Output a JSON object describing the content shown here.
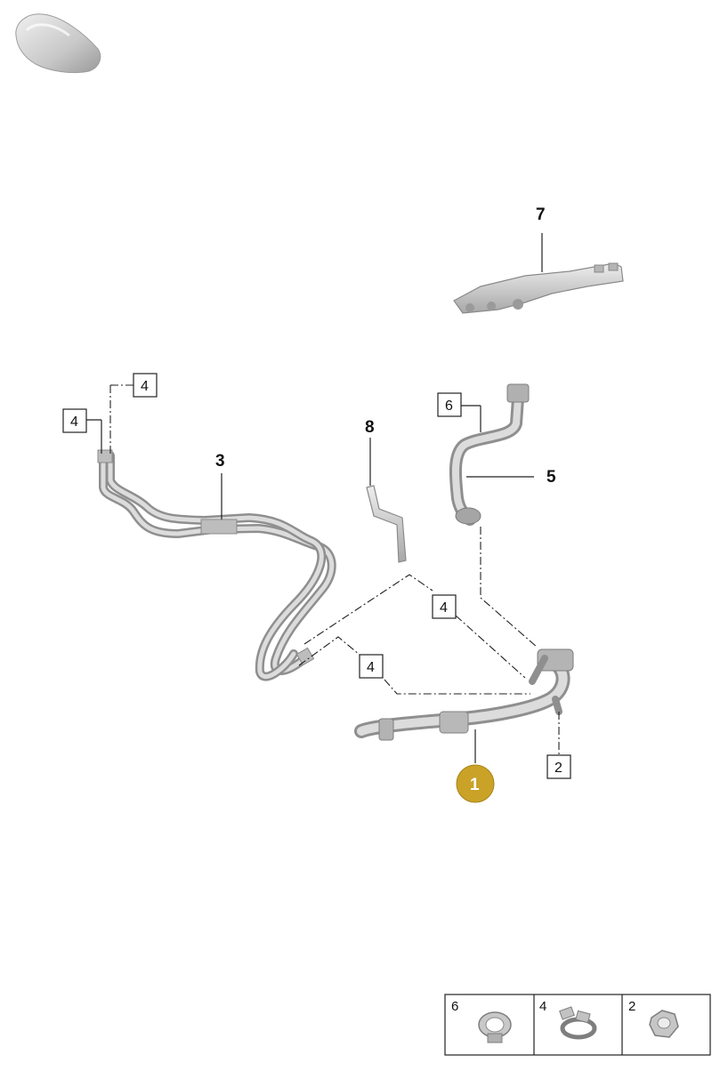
{
  "diagram": {
    "callouts": [
      {
        "id": "1",
        "label": "1",
        "highlighted": true,
        "color": "#c9a227"
      },
      {
        "id": "2",
        "label": "2",
        "boxed": true
      },
      {
        "id": "3",
        "label": "3"
      },
      {
        "id": "4a",
        "label": "4",
        "boxed": true
      },
      {
        "id": "4b",
        "label": "4",
        "boxed": true
      },
      {
        "id": "4c",
        "label": "4",
        "boxed": true
      },
      {
        "id": "4d",
        "label": "4",
        "boxed": true
      },
      {
        "id": "5",
        "label": "5"
      },
      {
        "id": "6",
        "label": "6",
        "boxed": true
      },
      {
        "id": "7",
        "label": "7"
      },
      {
        "id": "8",
        "label": "8"
      }
    ],
    "legend": [
      {
        "label": "6",
        "icon": "hose-clamp-icon"
      },
      {
        "label": "4",
        "icon": "spring-clamp-icon"
      },
      {
        "label": "2",
        "icon": "hex-nut-icon"
      }
    ],
    "vehicle_icon": "car-silhouette-icon",
    "colors": {
      "highlight": "#c9a227",
      "part_grey": "#c4c4c4",
      "line": "#222222"
    }
  }
}
